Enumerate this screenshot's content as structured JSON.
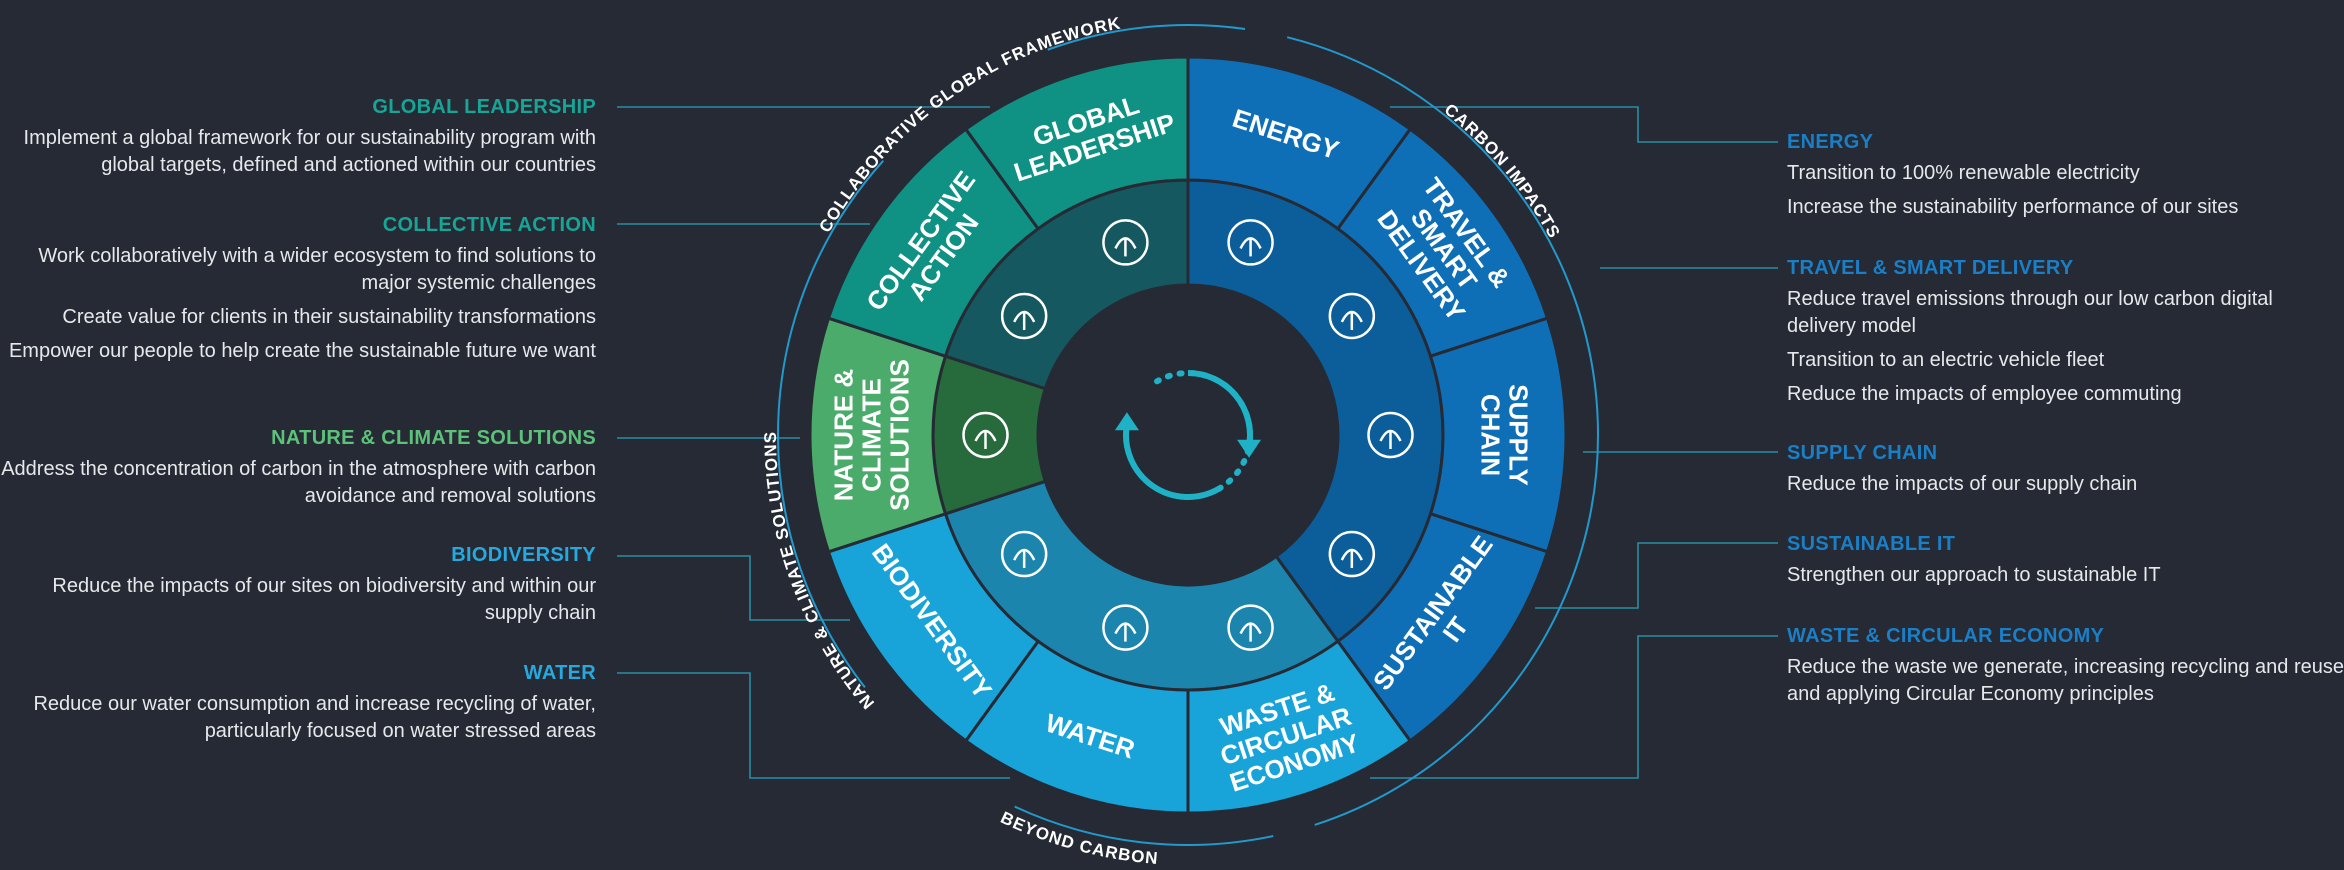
{
  "left_sections": [
    {
      "title": "GLOBAL LEADERSHIP",
      "color": "#16a596",
      "items": [
        "Implement a global framework for our sustainability program with global targets, defined and actioned within our countries"
      ]
    },
    {
      "title": "COLLECTIVE ACTION",
      "color": "#16a596",
      "items": [
        "Work collaboratively with a wider ecosystem to find solutions to major systemic challenges",
        "Create value for clients in their sustainability transformations",
        "Empower our people to help create the sustainable future we want"
      ]
    },
    {
      "title": "NATURE & CLIMATE SOLUTIONS",
      "color": "#5cc27a",
      "items": [
        "Address the concentration of carbon in the atmosphere with carbon avoidance and removal solutions"
      ]
    },
    {
      "title": "BIODIVERSITY",
      "color": "#27a9df",
      "items": [
        "Reduce the impacts of our sites on biodiversity and within our supply chain"
      ]
    },
    {
      "title": "WATER",
      "color": "#27a9df",
      "items": [
        "Reduce our water consumption and increase recycling of water, particularly focused on water stressed areas"
      ]
    }
  ],
  "right_sections": [
    {
      "title": "ENERGY",
      "color": "#1a7fc6",
      "items": [
        "Transition to 100% renewable electricity",
        "Increase the sustainability performance of our sites"
      ]
    },
    {
      "title": "TRAVEL & SMART DELIVERY",
      "color": "#1a7fc6",
      "items": [
        "Reduce travel emissions through our low carbon digital delivery model",
        "Transition to an electric vehicle fleet",
        "Reduce the impacts of employee commuting"
      ]
    },
    {
      "title": "SUPPLY CHAIN",
      "color": "#1a7fc6",
      "items": [
        "Reduce the impacts of our supply chain"
      ]
    },
    {
      "title": "SUSTAINABLE IT",
      "color": "#1a7fc6",
      "items": [
        "Strengthen our approach to sustainable IT"
      ]
    },
    {
      "title": "WASTE & CIRCULAR ECONOMY",
      "color": "#1a7fc6",
      "items": [
        "Reduce the waste we generate, increasing recycling and reuse and applying Circular Economy principles"
      ]
    }
  ],
  "wheel": {
    "outer_labels": {
      "top_left": "COLLABORATIVE GLOBAL FRAMEWORK",
      "left": "NATURE & CLIMATE SOLUTIONS",
      "right": "CARBON IMPACTS",
      "bottom": "BEYOND CARBON"
    },
    "segments": [
      {
        "lines": [
          "ENERGY"
        ],
        "color": "#0e6fb7",
        "icon": "plant-bulb-icon"
      },
      {
        "lines": [
          "TRAVEL &",
          "SMART",
          "DELIVERY"
        ],
        "color": "#0e6fb7",
        "icon": "electric-car-icon"
      },
      {
        "lines": [
          "SUPPLY",
          "CHAIN"
        ],
        "color": "#0e6fb7",
        "icon": "supply-chain-icon"
      },
      {
        "lines": [
          "SUSTAINABLE",
          "IT"
        ],
        "color": "#0e6fb7",
        "icon": "sustainable-it-icon"
      },
      {
        "lines": [
          "WASTE &",
          "CIRCULAR",
          "ECONOMY"
        ],
        "color": "#18a3d9",
        "icon": "recycle-icon"
      },
      {
        "lines": [
          "WATER"
        ],
        "color": "#18a3d9",
        "icon": "water-drop-leaf-icon"
      },
      {
        "lines": [
          "BIODIVERSITY"
        ],
        "color": "#18a3d9",
        "icon": "bee-icon"
      },
      {
        "lines": [
          "NATURE &",
          "CLIMATE",
          "SOLUTIONS"
        ],
        "color": "#4bab6a",
        "icon": "plant-brain-icon"
      },
      {
        "lines": [
          "COLLECTIVE",
          "ACTION"
        ],
        "color": "#0f9184",
        "icon": "hand-globe-icon"
      },
      {
        "lines": [
          "GLOBAL",
          "LEADERSHIP"
        ],
        "color": "#0f9184",
        "icon": "globe-people-icon"
      }
    ],
    "center_icon": "cycle-arrows-icon"
  }
}
